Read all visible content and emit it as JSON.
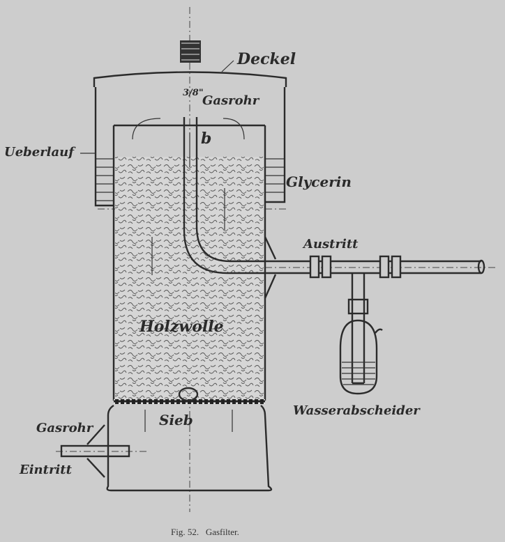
{
  "figure": {
    "caption": "Fig. 52.   Gasfilter.",
    "labels": {
      "deckel": "Deckel",
      "pipe_size": "3/8\"",
      "gasrohr_top": "Gasrohr",
      "b": "b",
      "ueberlauf": "Ueberlauf",
      "glycerin": "Glycerin",
      "austritt": "Austritt",
      "holzwolle": "Holzwolle",
      "sieb": "Sieb",
      "wasserabscheider": "Wasserabscheider",
      "gasrohr_bottom": "Gasrohr",
      "eintritt": "Eintritt"
    }
  }
}
